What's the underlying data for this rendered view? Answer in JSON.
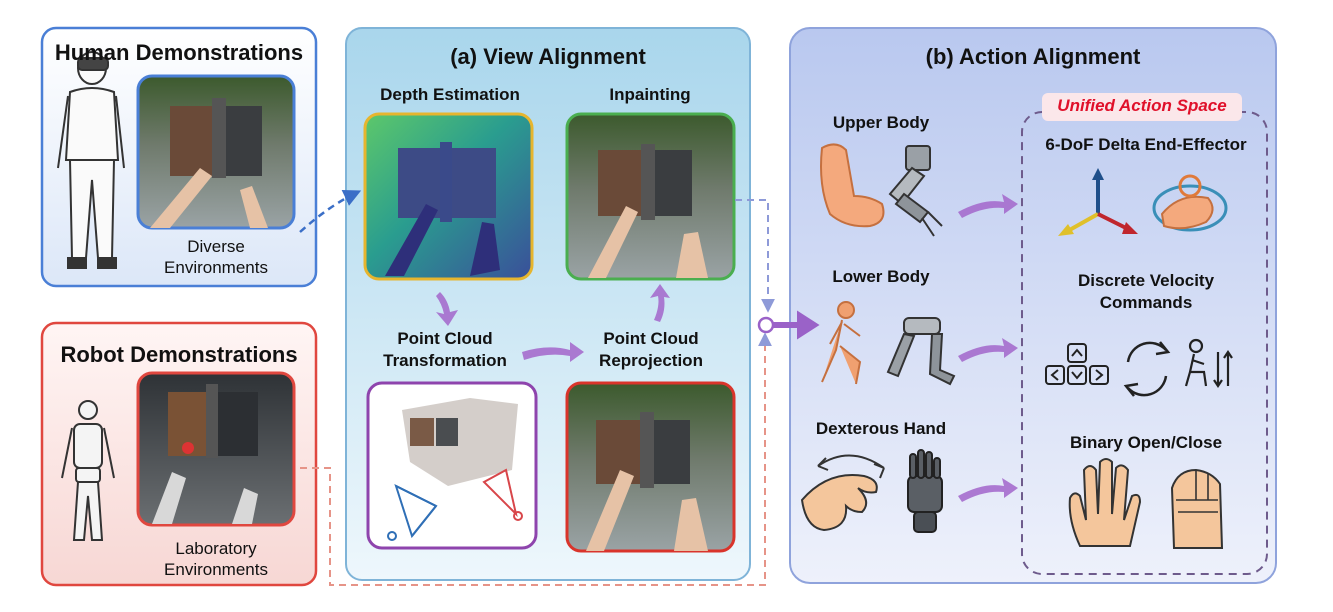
{
  "human": {
    "title": "Human Demonstrations",
    "caption_line1": "Diverse",
    "caption_line2": "Environments"
  },
  "robot": {
    "title": "Robot Demonstrations",
    "caption_line1": "Laboratory",
    "caption_line2": "Environments"
  },
  "view": {
    "title": "(a) View Alignment",
    "depth": "Depth Estimation",
    "inpaint": "Inpainting",
    "pc_transform_line1": "Point Cloud",
    "pc_transform_line2": "Transformation",
    "pc_reproj_line1": "Point Cloud",
    "pc_reproj_line2": "Reprojection"
  },
  "action": {
    "title": "(b) Action Alignment",
    "upper": "Upper Body",
    "lower": "Lower Body",
    "hand": "Dexterous Hand",
    "unified": "Unified Action Space",
    "eef": "6-DoF Delta End-Effector",
    "vel_line1": "Discrete Velocity",
    "vel_line2": "Commands",
    "binary": "Binary Open/Close"
  },
  "colors": {
    "human_border": "#4a7fd6",
    "robot_border": "#e0473f",
    "view_border": "#7fb4d8",
    "action_border": "#8fa3dc",
    "arrow_purple": "#9a62c8",
    "unified_red": "#e0102a"
  }
}
